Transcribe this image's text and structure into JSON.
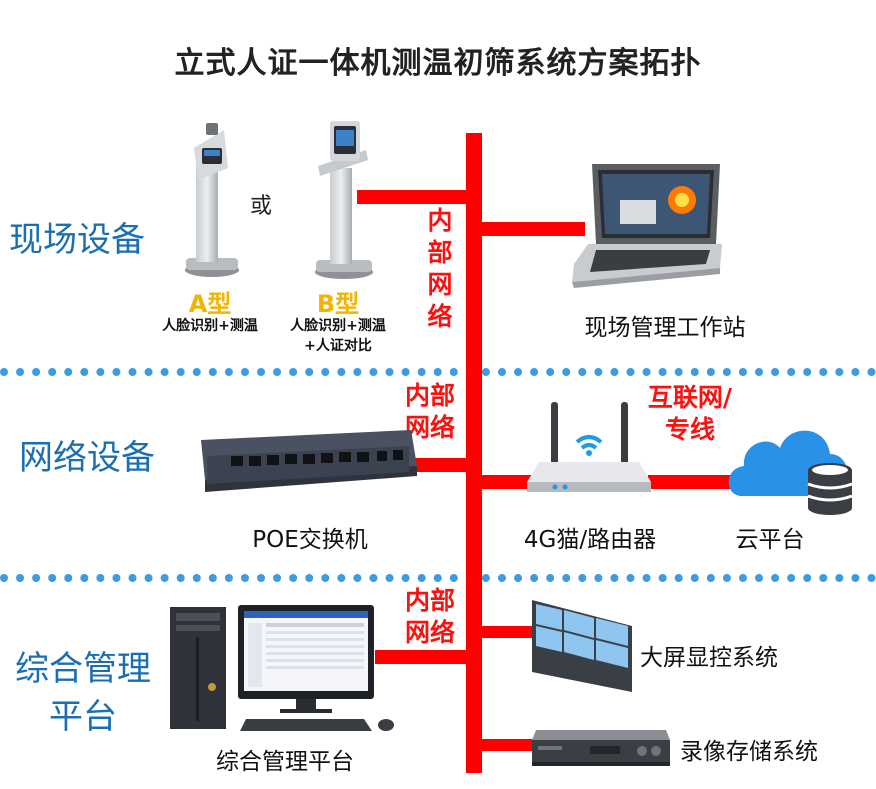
{
  "title": "立式人证一体机测温初筛系统方案拓扑",
  "sections": {
    "field_devices": "现场设备",
    "network_devices": "网络设备",
    "management_platform_line1": "综合管理",
    "management_platform_line2": "平台"
  },
  "terminals": {
    "or_text": "或",
    "a_model": "A型",
    "a_features": "人脸识别+测温",
    "b_model": "B型",
    "b_features_line1": "人脸识别+测温",
    "b_features_line2": "+人证对比"
  },
  "links": {
    "internal_network_vertical": [
      "内",
      "部",
      "网",
      "络"
    ],
    "internal_network_line1": "内部",
    "internal_network_line2": "网络",
    "internet_line1": "互联网/",
    "internet_line2": "专线"
  },
  "devices": {
    "workstation": "现场管理工作站",
    "poe_switch": "POE交换机",
    "router": "4G猫/路由器",
    "cloud": "云平台",
    "video_wall": "大屏显控系统",
    "management_pc": "综合管理平台",
    "nvr": "录像存储系统"
  },
  "colors": {
    "section_label": "#1a6fb3",
    "divider": "#3d9be0",
    "network_line": "#ff0000",
    "model_label": "#f2b400",
    "cloud": "#2a92e6"
  }
}
